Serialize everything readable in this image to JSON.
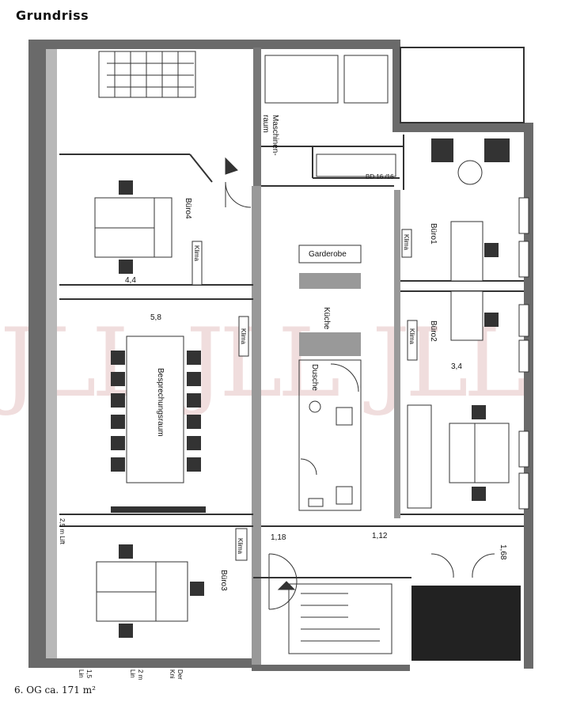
{
  "header": {
    "title": "Grundriss"
  },
  "footer": {
    "caption": "6. OG ca. 171 m²"
  },
  "rooms": {
    "buero4": "Büro4",
    "buero1": "Büro1",
    "buero2": "Büro2",
    "buero3": "Büro3",
    "besprechung": "Besprechungsraum",
    "kueche": "Küche",
    "dusche": "Dusche",
    "garderobe": "Garderobe",
    "maschinen_1": "Maschinen-",
    "maschinen_2": "raum"
  },
  "labels": {
    "klima": "Klima",
    "bd": "BD 16 /16",
    "lift": "2,5 m Lift",
    "bottom_1a": "1,5",
    "bottom_1b": "Lin",
    "bottom_2a": "2 m",
    "bottom_2b": "Lin",
    "bottom_3a": "Der",
    "bottom_3b": "Kni"
  },
  "dimensions": {
    "d_4_4": "4,4",
    "d_5_8": "5,8",
    "d_3_4": "3,4",
    "d_1_18": "1,18",
    "d_1_12": "1,12",
    "d_1_68": "1,68"
  },
  "watermark": {
    "text": "JLL"
  }
}
